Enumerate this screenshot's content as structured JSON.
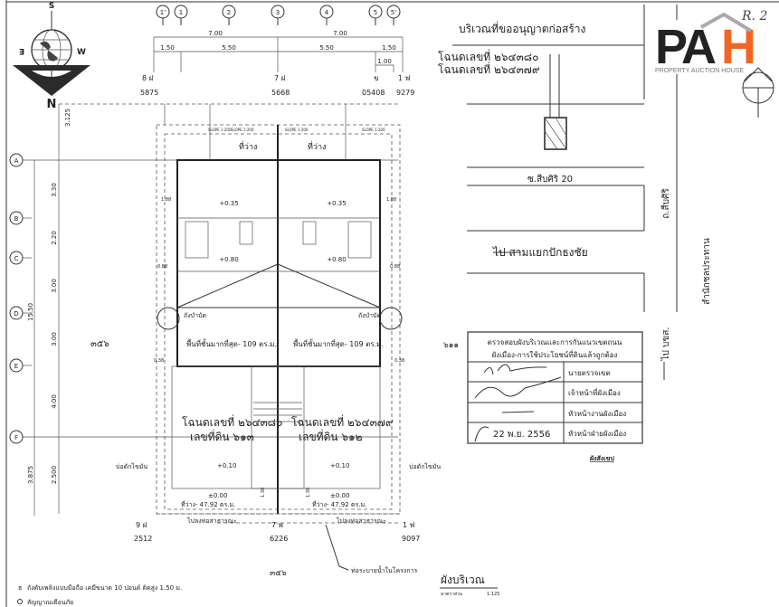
{
  "compass": {
    "north": "N",
    "south": "S",
    "east": "E",
    "west": "W"
  },
  "grid_columns": [
    "1'",
    "1",
    "2",
    "3",
    "4",
    "5",
    "5'"
  ],
  "grid_rows": [
    "A",
    "B",
    "C",
    "D",
    "E",
    "F"
  ],
  "top_dimensions": {
    "overall": [
      "7.00",
      "7.00"
    ],
    "detail": [
      "1.50",
      "5.50",
      "5.50",
      "1.50"
    ],
    "small": "1.00"
  },
  "side_dimensions": [
    "3.125",
    "3.30",
    "2.20",
    "3.00",
    "3.00",
    "4.00",
    "2.500"
  ],
  "side_totals": {
    "total": "15.50",
    "rear": "3.875"
  },
  "top_neighbors": [
    {
      "label": "8 ฝ",
      "number": "5875"
    },
    {
      "label": "7 ฝ",
      "number": "5668"
    },
    {
      "label": "ข",
      "number": "05408"
    },
    {
      "label": "1 ฟ",
      "number": "9279"
    }
  ],
  "bottom_neighbors": [
    {
      "label": "9 ฝ",
      "number": "2512"
    },
    {
      "label": "7 พ",
      "number": "6226"
    },
    {
      "label": "1 ฟ",
      "number": "9097"
    }
  ],
  "plan": {
    "open_space": "ที่ว่าง",
    "slope": "SLOPE 1:200",
    "level_front": "+0.35",
    "level_mid": "+0.80",
    "dim_188": "1.88",
    "dim_088": "0.88",
    "dim_038": "0.38",
    "dim_138": "1.38",
    "tank": "ถังบำบัด",
    "max_area": "พื้นที่ชั้นมากที่สุด- 109 ตร.ม.",
    "deed_left": "โฉนดเลขที่ ๒๖๔๓๘๐",
    "land_left": "เลขที่ดิน ๖๑๓",
    "deed_right": "โฉนดเลขที่ ๒๖๔๓๗๙",
    "land_right": "เลขที่ดิน ๖๑๒",
    "level_yard": "+0.10",
    "level_zero": "±0.00",
    "yard_area": "ที่ว่าง- 47.92 ตร.ม.",
    "grease_trap": "บ่อดักไขมัน",
    "public_drain": "ไปลงท่อสาธารณะ",
    "project_drain": "ท่อระบายน้ำในโครงการ",
    "land_no_left": "๓๕๖",
    "land_no_bottom": "๓๕๖",
    "land_no_right": "๖๑๑"
  },
  "location_map": {
    "permit_area": "บริเวณที่ขออนุญาตก่อสร้าง",
    "deeds": [
      "โฉนดเลขที่ ๒๖๔๓๘๐",
      "โฉนดเลขที่ ๒๖๔๓๗๙"
    ],
    "soi": "ซ.สืบศิริ 20",
    "road": "ถ.สืบศิริ",
    "direction": "ไป สามแยกปักธงชัย",
    "bus": "ไป บขส.",
    "office": "สำนักชลประทาน",
    "caption": "ผังสังเขป"
  },
  "approval_table": {
    "header": [
      "ตรวจสอบผังบริเวณและการกันแนวเขตถนน",
      "ผังเมือง-การใช้ประโยชน์ที่ดินแล้วถูกต้อง"
    ],
    "rows": [
      {
        "signature": "",
        "role": "นายตรวจเขต"
      },
      {
        "signature": "",
        "role": "เจ้าหน้าที่ผังเมือง"
      },
      {
        "signature": "",
        "role": "หัวหน้างานผังเมือง"
      },
      {
        "signature": "22 พ.ย. 2556",
        "role": "หัวหน้าฝ่ายผังเมือง"
      }
    ]
  },
  "legend": {
    "extinguisher": "ถังดับเพลิงแบบมือถือ เคมีขนาด 10 ปอนด์ ติดสูง 1.50 ม.",
    "alarm": "สัญญาณเตือนภัย"
  },
  "title": {
    "text": "ผังบริเวณ",
    "scale_label": "มาตราส่วน",
    "scale": "1:125"
  },
  "logo": {
    "text": "PAH",
    "subtitle": "PROPERTY AUCTION HOUSE",
    "colors": {
      "dark": "#222222",
      "accent": "#f26522"
    }
  },
  "corner_mark": "R. 2"
}
